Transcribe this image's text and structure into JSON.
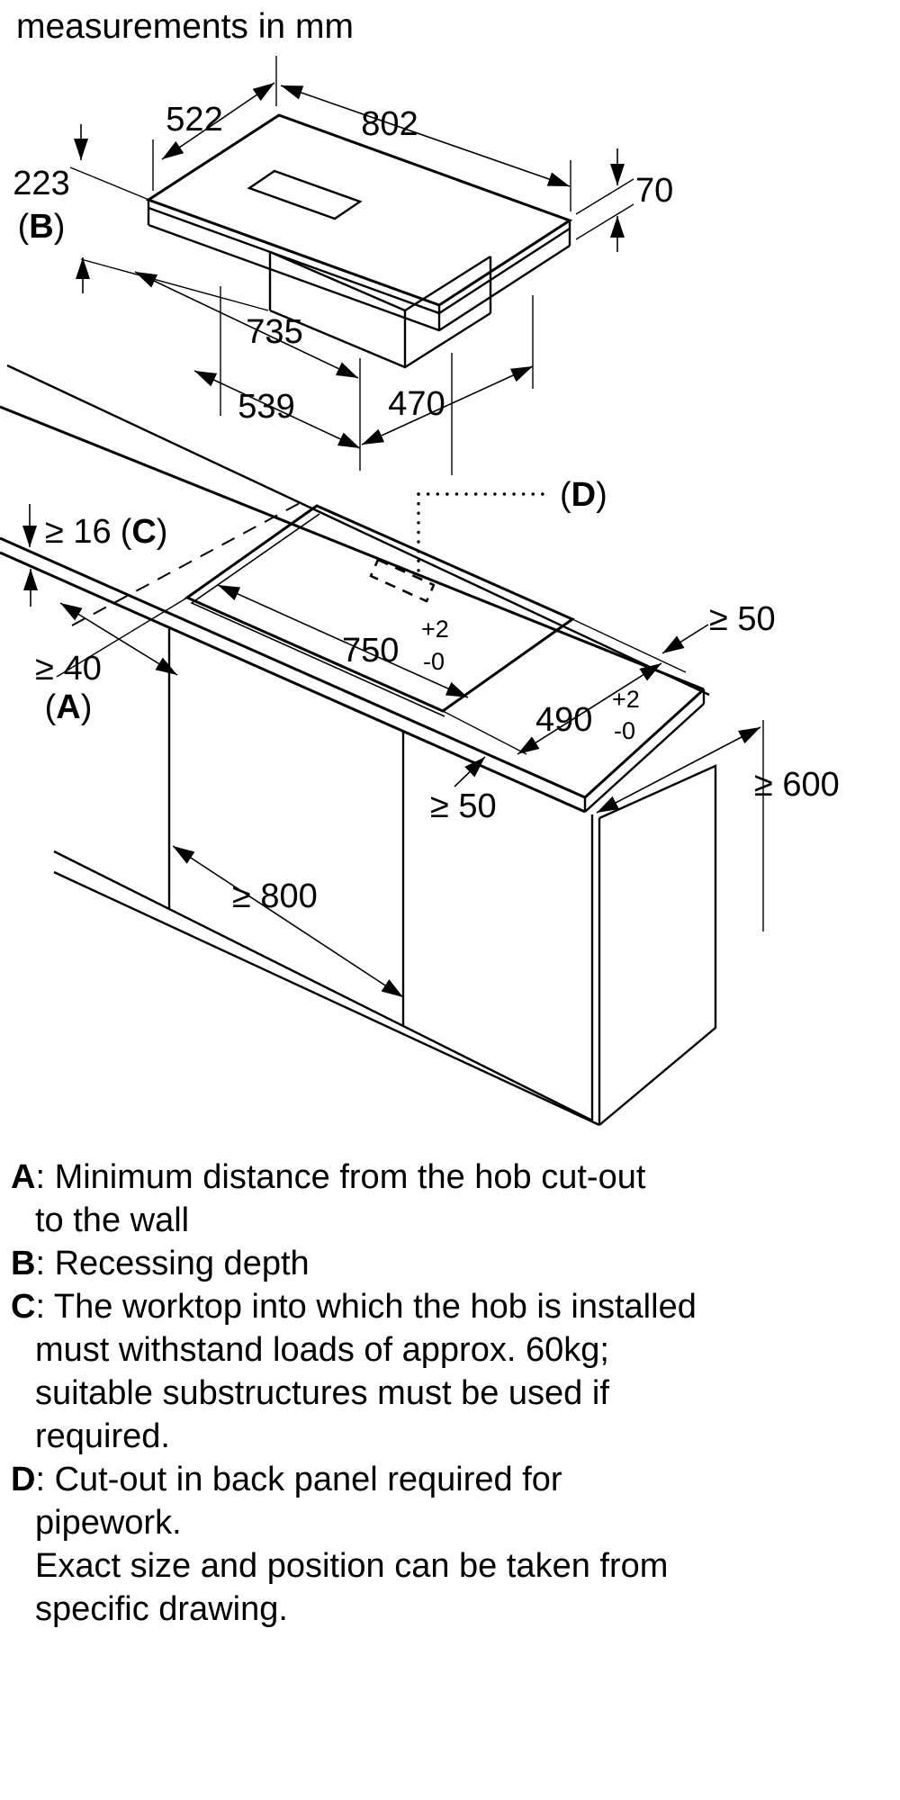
{
  "title": "measurements in mm",
  "hob_drawing": {
    "dims": {
      "top_depth": "522",
      "top_width": "802",
      "recess_depth": "223",
      "recess_ref": {
        "open": "(",
        "letter": "B",
        "close": ")"
      },
      "height_above": "70",
      "body_width": "735",
      "duct_width": "539",
      "duct_depth": "470"
    }
  },
  "worktop_drawing": {
    "dims": {
      "worktop_thickness": "≥ 16",
      "worktop_thickness_ref": {
        "open": "(",
        "letter": "C",
        "close": ")"
      },
      "wall_distance": "≥ 40",
      "wall_distance_ref": {
        "open": "(",
        "letter": "A",
        "close": ")"
      },
      "cutout_length": "750",
      "cutout_length_tol_plus": "+2",
      "cutout_length_tol_minus": "-0",
      "cutout_depth": "490",
      "cutout_depth_tol_plus": "+2",
      "cutout_depth_tol_minus": "-0",
      "back_clearance": "≥ 50",
      "side_clearance": "≥ 50",
      "worktop_depth": "≥ 600",
      "base_cabinet_width": "≥ 800",
      "pipework_ref": {
        "open": "(",
        "letter": "D",
        "close": ")"
      }
    }
  },
  "legend": {
    "separator": ": ",
    "items": [
      {
        "letter": "A",
        "text": "Minimum distance from the hob cut-out\nto the wall"
      },
      {
        "letter": "B",
        "text": "Recessing depth"
      },
      {
        "letter": "C",
        "text": "The worktop into which the hob is installed\nmust withstand loads of approx. 60kg;\nsuitable substructures must be used if\nrequired."
      },
      {
        "letter": "D",
        "text": "Cut-out in back panel required for pipework.\nExact size and position can be taken from\nspecific drawing."
      }
    ]
  }
}
